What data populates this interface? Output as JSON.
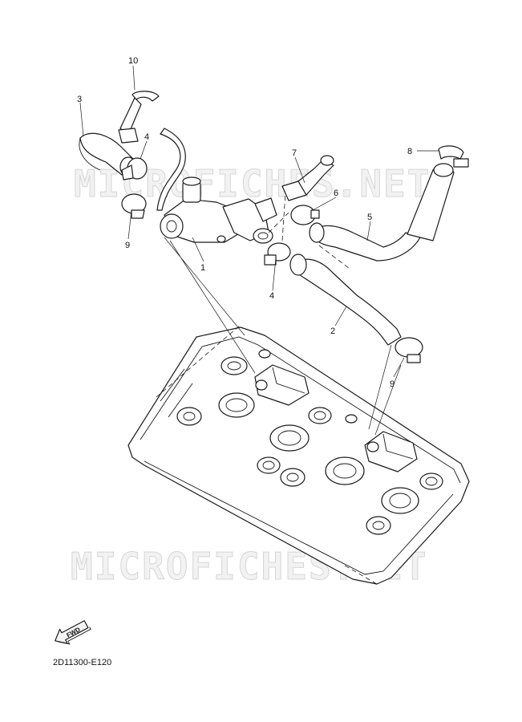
{
  "watermark": {
    "text_upper": "MICROFICHES.NET",
    "text_lower": "MICROFICHES.NET"
  },
  "callouts": {
    "c1": "1",
    "c2": "2",
    "c3": "3",
    "c4a": "4",
    "c4b": "4",
    "c5": "5",
    "c6": "6",
    "c7": "7",
    "c8": "8",
    "c9a": "9",
    "c9b": "9",
    "c10": "10"
  },
  "fwd_badge": "FWD",
  "diagram_code": "2D11300-E120"
}
